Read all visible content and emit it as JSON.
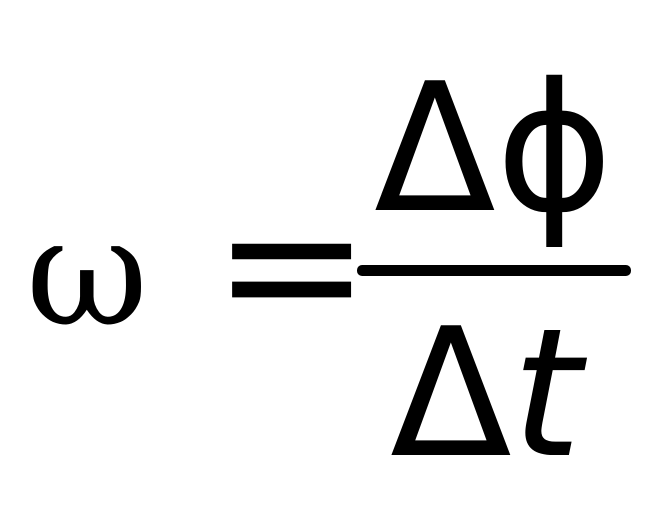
{
  "formula": {
    "lhs": "ω",
    "operator": "=",
    "numerator": {
      "delta": "Δ",
      "variable": "ϕ"
    },
    "denominator": {
      "delta": "Δ",
      "variable": "t"
    }
  }
}
